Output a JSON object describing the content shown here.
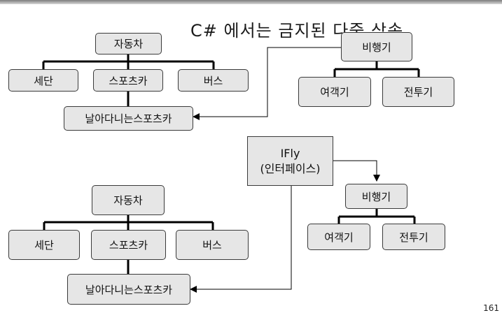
{
  "title": "C# 에서는 금지된 다중 상속",
  "diagram1": {
    "car": "자동차",
    "sedan": "세단",
    "sports_car": "스포츠카",
    "bus": "버스",
    "flying_sports_car": "날아다니는스포츠카",
    "airplane": "비행기",
    "passenger_plane": "여객기",
    "fighter_jet": "전투기"
  },
  "diagram2": {
    "interface_name": "IFly",
    "interface_caption": "(인터페이스)",
    "car": "자동차",
    "sedan": "세단",
    "sports_car": "스포츠카",
    "bus": "버스",
    "flying_sports_car": "날아다니는스포츠카",
    "airplane": "비행기",
    "passenger_plane": "여객기",
    "fighter_jet": "전투기"
  },
  "page_number": "161"
}
